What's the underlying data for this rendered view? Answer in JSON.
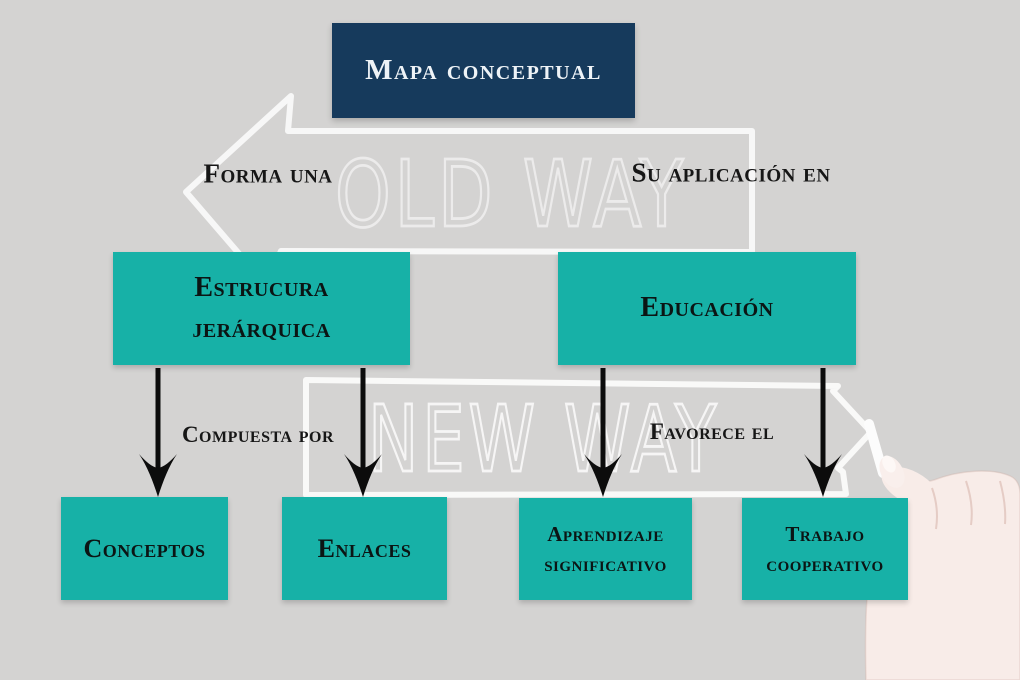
{
  "title": {
    "label": "Mapa conceptual"
  },
  "background_sketch": {
    "old_way_label": "OLD WAY",
    "new_way_label": "NEW WAY",
    "old_way_arrow_direction": "left",
    "new_way_arrow_direction": "right"
  },
  "connector_labels": {
    "forma_una": "Forma una",
    "su_aplicacion_en": "Su aplicación en",
    "compuesta_por": "Compuesta por",
    "favorece_el": "Favorece el"
  },
  "nodes": {
    "estructura": {
      "line1": "Estrucura",
      "line2": "jerárquica"
    },
    "educacion": {
      "label": "Educación"
    },
    "conceptos": {
      "label": "Conceptos"
    },
    "enlaces": {
      "label": "Enlaces"
    },
    "aprendizaje": {
      "line1": "Aprendizaje",
      "line2": "significativo"
    },
    "trabajo": {
      "line1": "Trabajo",
      "line2": "cooperativo"
    }
  },
  "edges": [
    {
      "from": "Mapa conceptual",
      "label": "Forma una",
      "to": "Estrucura jerárquica"
    },
    {
      "from": "Mapa conceptual",
      "label": "Su aplicación en",
      "to": "Educación"
    },
    {
      "from": "Estrucura jerárquica",
      "label": "Compuesta por",
      "to": "Conceptos"
    },
    {
      "from": "Estrucura jerárquica",
      "label": "Compuesta por",
      "to": "Enlaces"
    },
    {
      "from": "Educación",
      "label": "Favorece el",
      "to": "Aprendizaje significativo"
    },
    {
      "from": "Educación",
      "label": "Favorece el",
      "to": "Trabajo cooperativo"
    }
  ],
  "colors": {
    "node_teal": "#17b1a7",
    "title_navy": "#163a5c",
    "background_gray": "#d4d3d2",
    "text_dark": "#161616",
    "chalk_white": "#ffffff",
    "hand_skin": "#f8ece8"
  }
}
